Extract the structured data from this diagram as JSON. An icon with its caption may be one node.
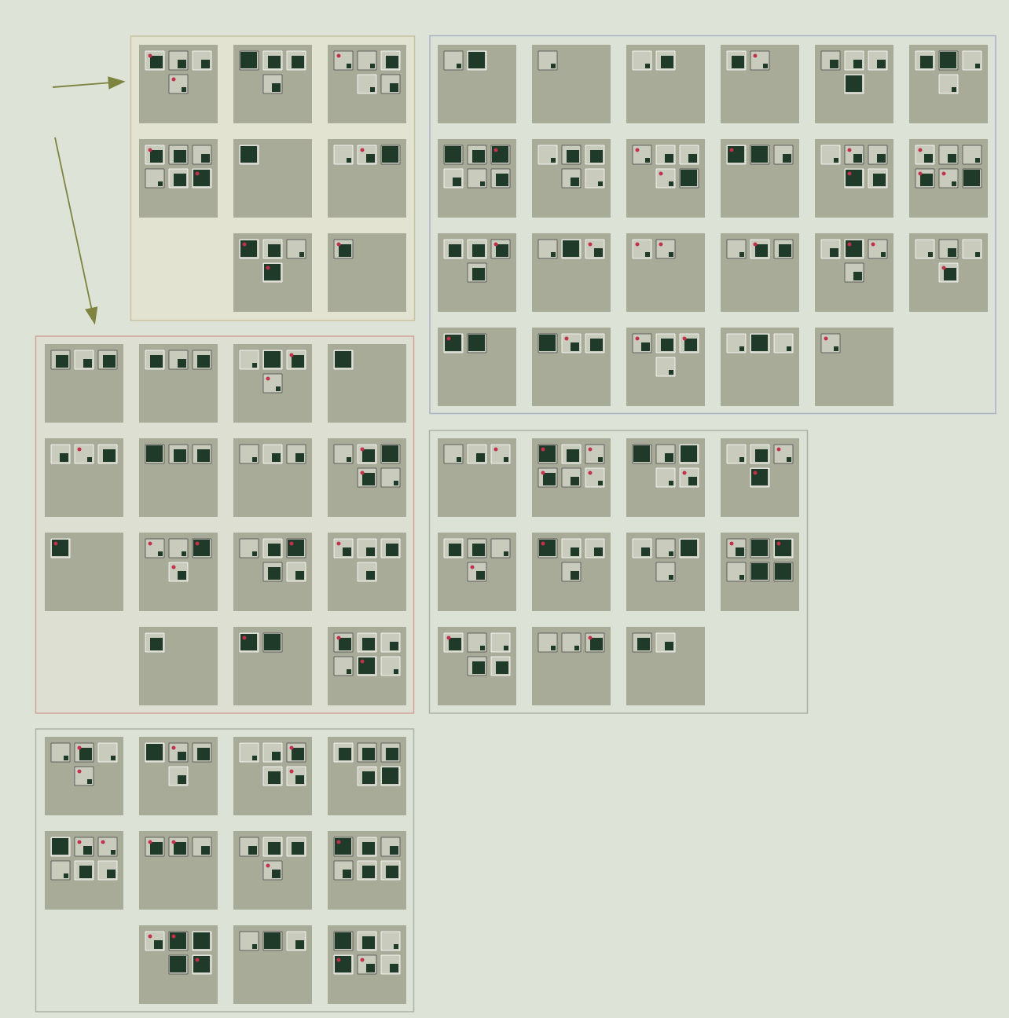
{
  "diagram": {
    "nodes": [
      {
        "text": [],
        "shape": "box"
      },
      {
        "text": [],
        "shape": "box"
      },
      {
        "text": [],
        "shape": "box"
      },
      {
        "text": [],
        "shape": "box"
      },
      {
        "text": [],
        "shape": "box"
      }
    ],
    "edges": [
      {
        "from": null,
        "to": 0,
        "arrow": "to"
      },
      {
        "from": null,
        "to": 2,
        "arrow": "to"
      }
    ]
  }
}
